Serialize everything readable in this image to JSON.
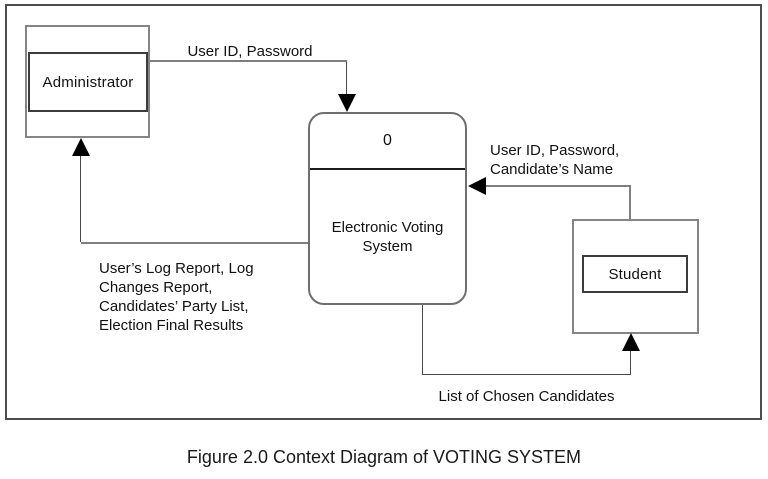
{
  "figure": {
    "caption": "Figure 2.0 Context Diagram of VOTING SYSTEM"
  },
  "diagram": {
    "type": "context-data-flow-diagram",
    "process": {
      "number": "0",
      "name": "Electronic Voting System"
    },
    "external_entities": [
      {
        "id": "administrator",
        "label": "Administrator"
      },
      {
        "id": "student",
        "label": "Student"
      }
    ],
    "data_flows": [
      {
        "from": "Administrator",
        "to": "Electronic Voting System",
        "label": "User ID, Password"
      },
      {
        "from": "Student",
        "to": "Electronic Voting System",
        "label_lines": [
          "User ID, Password,",
          "Candidate’s Name"
        ]
      },
      {
        "from": "Electronic Voting System",
        "to": "Administrator",
        "label_lines": [
          "User’s Log Report, Log",
          "Changes Report,",
          "Candidates’ Party List,",
          "Election Final Results"
        ]
      },
      {
        "from": "Electronic Voting System",
        "to": "Student",
        "label": "List of Chosen Candidates"
      }
    ],
    "colors": {
      "line_gray": "#7f7f7f",
      "line_dark": "#474747",
      "arrowhead": "#000000",
      "entity_inner_border": "#3c3c3c",
      "frame_border": "#4d4d4d"
    }
  }
}
